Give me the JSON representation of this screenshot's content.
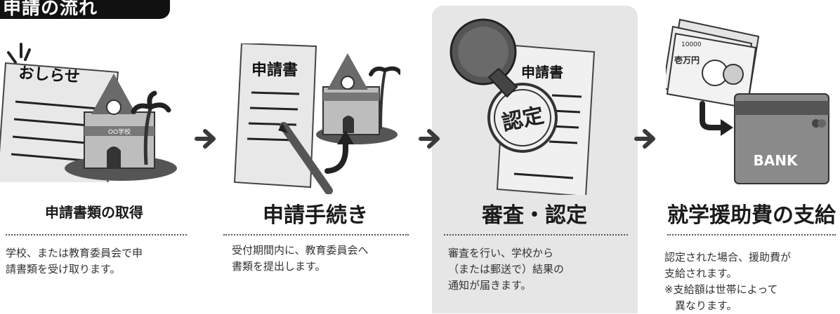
{
  "header": {
    "title": "申請の流れ"
  },
  "illustrations": {
    "notice_label": "おしらせ",
    "school_label": "OO学校",
    "form_label": "申請書",
    "approval_stamp": "認定",
    "bank_label": "BANK",
    "banknote_amount": "10000",
    "banknote_label": "壱万円"
  },
  "steps": [
    {
      "title": "申請書類の取得",
      "desc": "学校、または教育委員会で申\n請書類を受け取ります。"
    },
    {
      "title": "申請手続き",
      "desc": "受付期間内に、教育委員会へ\n書類を提出します。"
    },
    {
      "title": "審査・認定",
      "desc": "審査を行い、学校から\n（または郵送で）結果の\n通知が届きます。"
    },
    {
      "title": "就学援助費の支給",
      "desc": "認定された場合、援助費が\n支給されます。\n※支給額は世帯によって\n　異なります。"
    }
  ],
  "colors": {
    "tab_bg": "#111111",
    "panel_bg": "#e6e6e6",
    "arrow": "#3a3a3a"
  }
}
